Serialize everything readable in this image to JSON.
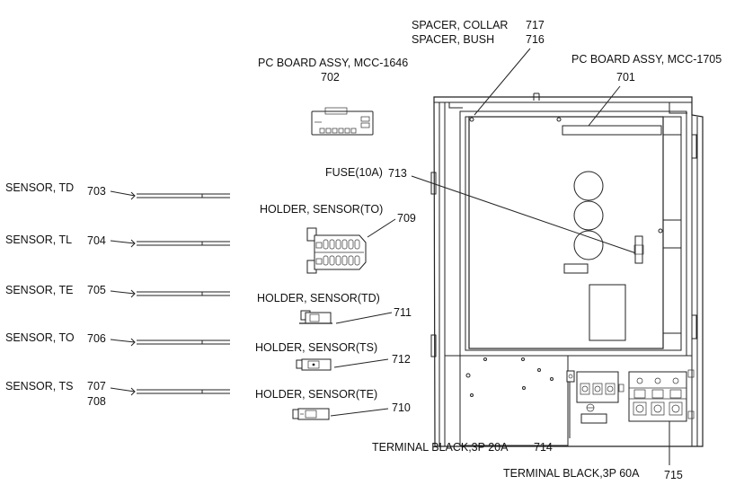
{
  "labels": {
    "spacer_collar": "SPACER, COLLAR",
    "spacer_collar_num": "717",
    "spacer_bush": "SPACER, BUSH",
    "spacer_bush_num": "716",
    "pcb_1646": "PC BOARD ASSY, MCC-1646",
    "pcb_1646_num": "702",
    "pcb_1705": "PC BOARD ASSY, MCC-1705",
    "pcb_1705_num": "701",
    "fuse": "FUSE(10A)",
    "fuse_num": "713",
    "sensor_td": "SENSOR, TD",
    "sensor_td_num": "703",
    "sensor_tl": "SENSOR, TL",
    "sensor_tl_num": "704",
    "sensor_te": "SENSOR, TE",
    "sensor_te_num": "705",
    "sensor_to": "SENSOR, TO",
    "sensor_to_num": "706",
    "sensor_ts": "SENSOR, TS",
    "sensor_ts_num": "707",
    "sensor_ts_num2": "708",
    "holder_to": "HOLDER, SENSOR(TO)",
    "holder_to_num": "709",
    "holder_td": "HOLDER, SENSOR(TD)",
    "holder_td_num": "711",
    "holder_ts": "HOLDER, SENSOR(TS)",
    "holder_ts_num": "712",
    "holder_te": "HOLDER, SENSOR(TE)",
    "holder_te_num": "710",
    "term_20a": "TERMINAL BLACK,3P 20A",
    "term_20a_num": "714",
    "term_60a": "TERMINAL BLACK,3P 60A",
    "term_60a_num": "715"
  }
}
